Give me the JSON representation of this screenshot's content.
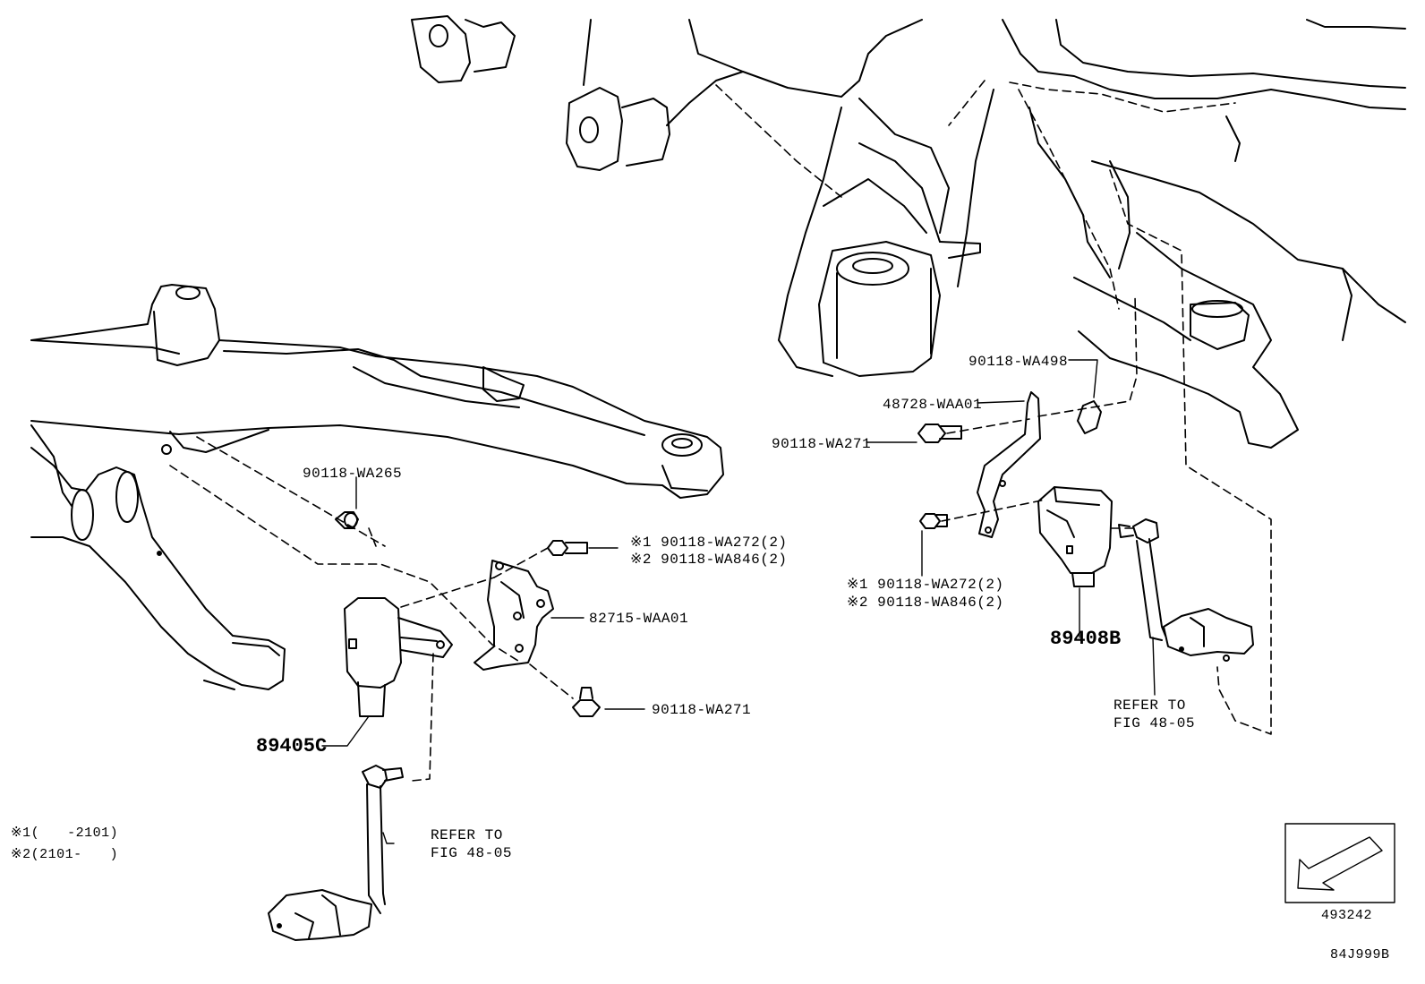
{
  "labels": {
    "part_90118_wa265": "90118-WA265",
    "part_90118_wa272_left": "※1 90118-WA272(2)",
    "part_90118_wa846_left": "※2 90118-WA846(2)",
    "part_82715_waa01": "82715-WAA01",
    "part_90118_wa271_left": "90118-WA271",
    "part_89405c": "89405C",
    "refer_left_line1": "REFER TO",
    "refer_left_line2": "FIG 48-05",
    "part_90118_wa498": "90118-WA498",
    "part_48728_waa01": "48728-WAA01",
    "part_90118_wa271_right": "90118-WA271",
    "part_90118_wa272_right": "※1 90118-WA272(2)",
    "part_90118_wa846_right": "※2 90118-WA846(2)",
    "part_89408b": "89408B",
    "refer_right_line1": "REFER TO",
    "refer_right_line2": "FIG 48-05"
  },
  "notes": {
    "note1": "※1(　　-2101)",
    "note2": "※2(2101-　　)"
  },
  "figure_ids": {
    "illustration_number": "493242",
    "figure_code": "84J999B"
  },
  "icons": {
    "direction_arrow": "front-direction-arrow-icon"
  }
}
